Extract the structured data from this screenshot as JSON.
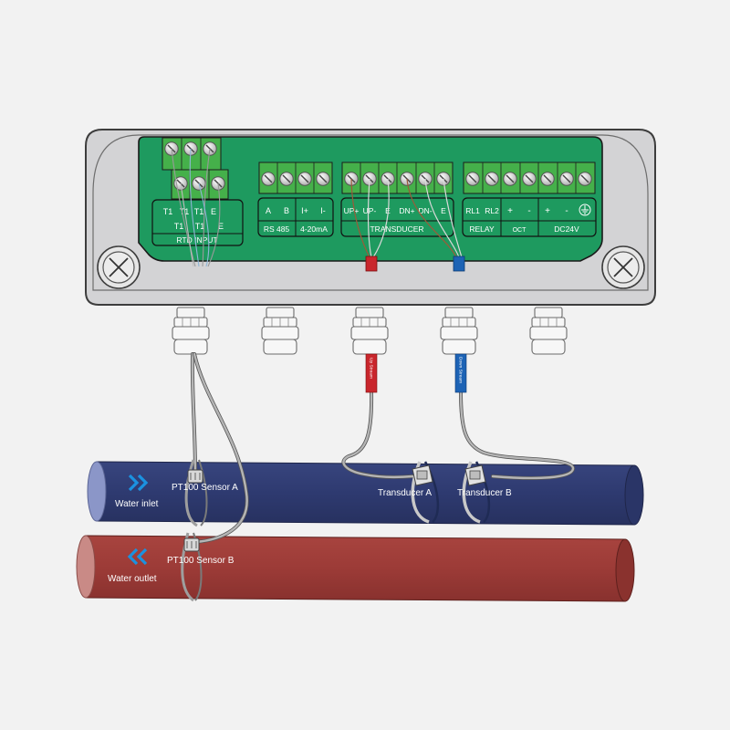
{
  "rtd": {
    "top_labels": [
      "T1",
      "T1",
      "T1",
      "E"
    ],
    "bottom_labels": [
      "T1",
      "T1",
      "E"
    ],
    "title": "RTD INPUT"
  },
  "rs485": {
    "labels": [
      "A",
      "B"
    ],
    "title": "RS 485"
  },
  "current": {
    "labels": [
      "I+",
      "I-"
    ],
    "title": "4-20mA"
  },
  "transducer": {
    "labels": [
      "UP+",
      "UP-",
      "E",
      "DN+",
      "DN-",
      "E"
    ],
    "title": "TRANSDUCER"
  },
  "relay": {
    "labels": [
      "RL1",
      "RL2"
    ],
    "title": "RELAY"
  },
  "oct": {
    "labels": [
      "+",
      "-"
    ],
    "title": "OCT"
  },
  "dc24v": {
    "labels": [
      "+",
      "-"
    ],
    "title": "DC24V"
  },
  "cable_tags": {
    "up": "Up Stream",
    "down": "Down Stream"
  },
  "sensors": {
    "pt100_a": "PT100 Sensor A",
    "pt100_b": "PT100 Sensor B",
    "transducer_a": "Transducer A",
    "transducer_b": "Transducer B"
  },
  "pipes": {
    "inlet": {
      "label": "Water inlet",
      "color": "#2e3a70"
    },
    "outlet": {
      "label": "Water outlet",
      "color": "#9c3b37"
    }
  },
  "colors": {
    "enclosure": "#d2d2d4",
    "board": "#1e9a5f",
    "terminal": "#45b04a",
    "wire_red": "#c9262c",
    "wire_blue": "#1d63b5",
    "arrow": "#1b92e0"
  }
}
